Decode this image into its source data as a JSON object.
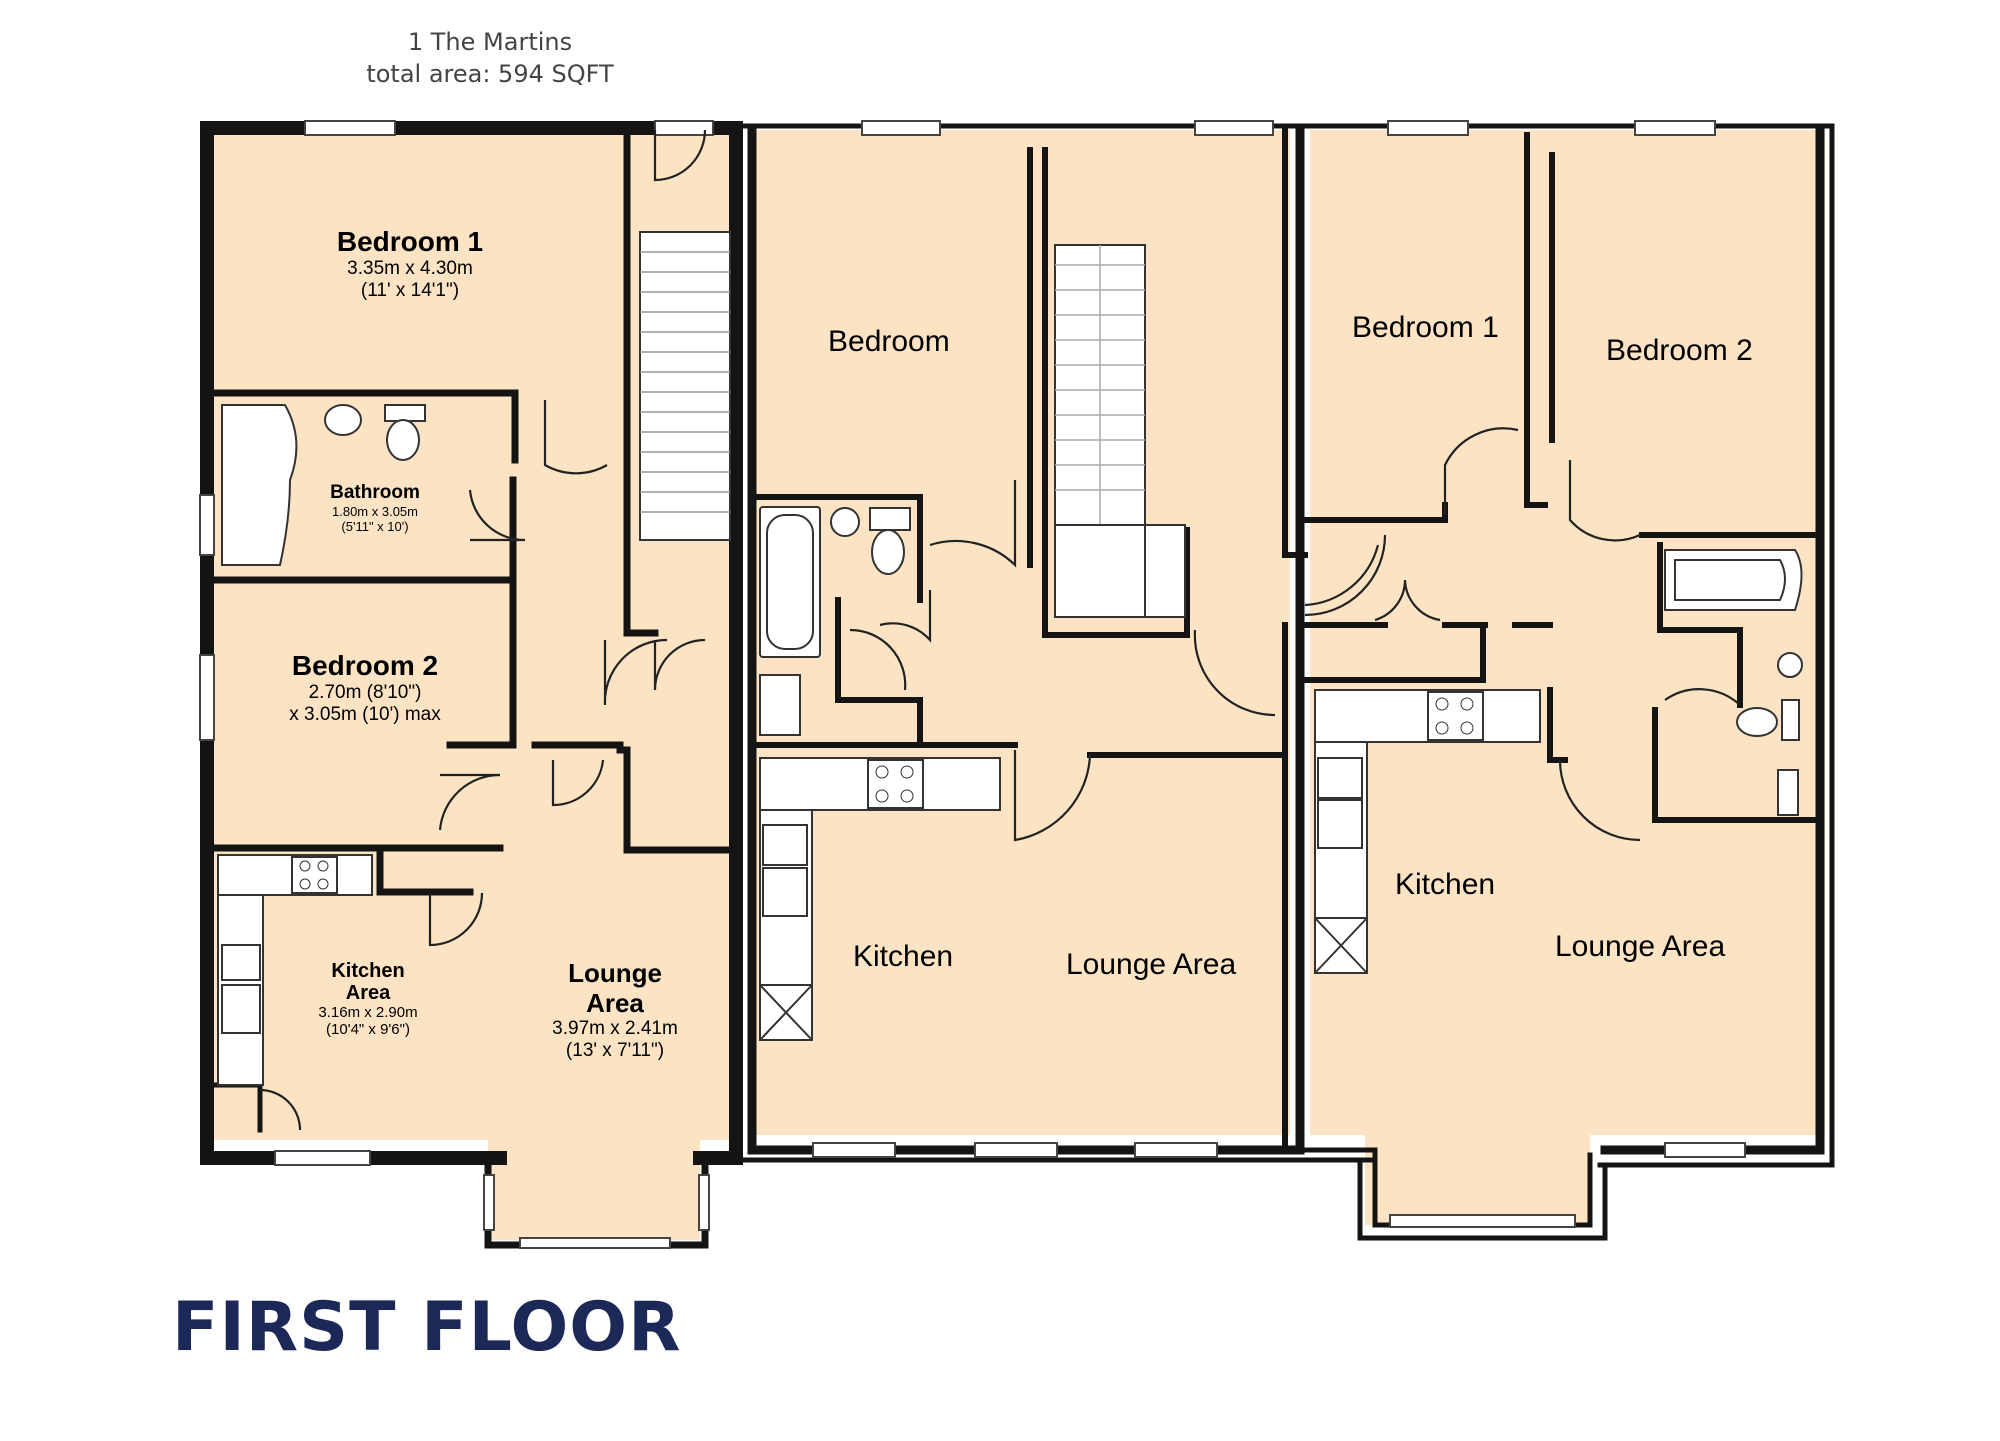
{
  "header": {
    "property": "1 The Martins",
    "area": "total area: 594 SQFT"
  },
  "floor_title": "FIRST FLOOR",
  "colors": {
    "floor": "#fbe3c4",
    "wall": "#141414",
    "title": "#1c2858"
  },
  "rooms": {
    "bedroom1": {
      "name": "Bedroom 1",
      "dim1": "3.35m x 4.30m",
      "dim2": "(11' x 14'1\")"
    },
    "bathroom": {
      "name": "Bathroom",
      "dim1": "1.80m x 3.05m",
      "dim2": "(5'11\" x 10')"
    },
    "bedroom2": {
      "name": "Bedroom 2",
      "dim1": "2.70m (8'10\")",
      "dim2": "x 3.05m (10') max"
    },
    "kitchen": {
      "name1": "Kitchen",
      "name2": "Area",
      "dim1": "3.16m x 2.90m",
      "dim2": "(10'4\" x 9'6\")"
    },
    "lounge": {
      "name1": "Lounge",
      "name2": "Area",
      "dim1": "3.97m x 2.41m",
      "dim2": "(13' x 7'11\")"
    }
  },
  "flat_b": {
    "bedroom": "Bedroom",
    "kitchen": "Kitchen",
    "lounge": "Lounge Area"
  },
  "flat_c": {
    "bedroom1": "Bedroom 1",
    "bedroom2": "Bedroom 2",
    "kitchen": "Kitchen",
    "lounge": "Lounge Area"
  }
}
